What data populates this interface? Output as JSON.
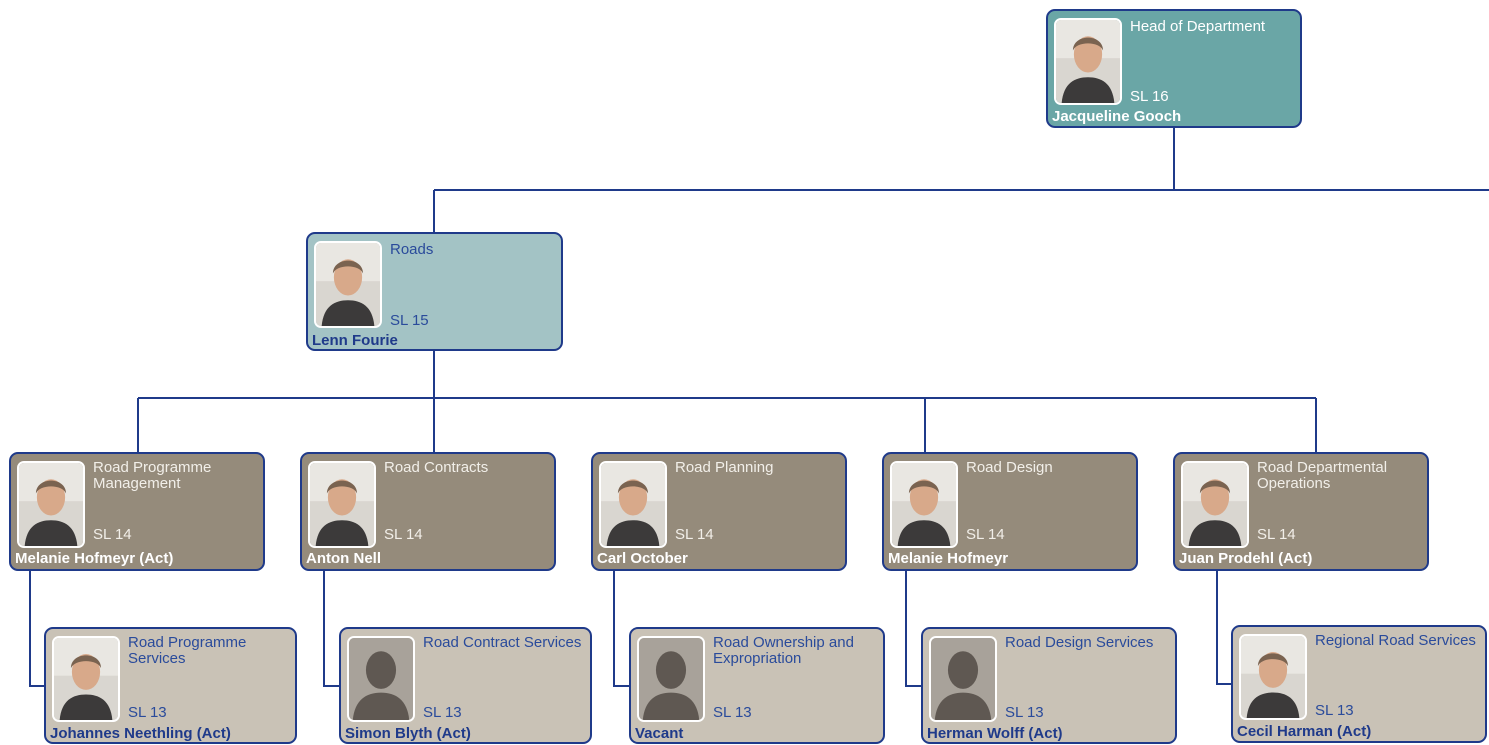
{
  "colors": {
    "connector": "#1f3a8a",
    "head_fill": "#6aa6a6",
    "director_fill": "#a3c3c5",
    "sl14_fill": "#958b7b",
    "sl13_fill": "#c9c2b6"
  },
  "head": {
    "title": "Head of Department",
    "level": "SL 16",
    "name": "Jacqueline Gooch",
    "photo": "portrait"
  },
  "director": {
    "title": "Roads",
    "level": "SL 15",
    "name": "Lenn Fourie",
    "photo": "portrait"
  },
  "managers": [
    {
      "title": "Road Programme Management",
      "level": "SL 14",
      "name": "Melanie Hofmeyr (Act)",
      "photo": "portrait"
    },
    {
      "title": "Road Contracts",
      "level": "SL 14",
      "name": "Anton Nell",
      "photo": "portrait"
    },
    {
      "title": "Road Planning",
      "level": "SL 14",
      "name": "Carl October",
      "photo": "portrait"
    },
    {
      "title": "Road Design",
      "level": "SL 14",
      "name": "Melanie Hofmeyr",
      "photo": "portrait"
    },
    {
      "title": "Road Departmental Operations",
      "level": "SL 14",
      "name": "Juan Prodehl (Act)",
      "photo": "portrait"
    }
  ],
  "subunits": [
    {
      "title": "Road Programme Services",
      "level": "SL 13",
      "name": "Johannes Neethling (Act)",
      "photo": "portrait"
    },
    {
      "title": "Road Contract Services",
      "level": "SL 13",
      "name": "Simon Blyth (Act)",
      "photo": "silhouette"
    },
    {
      "title": "Road Ownership and Expropriation",
      "level": "SL 13",
      "name": "Vacant",
      "photo": "silhouette"
    },
    {
      "title": "Road Design Services",
      "level": "SL 13",
      "name": "Herman Wolff (Act)",
      "photo": "silhouette"
    },
    {
      "title": "Regional Road Services",
      "level": "SL 13",
      "name": "Cecil Harman (Act)",
      "photo": "portrait"
    }
  ]
}
